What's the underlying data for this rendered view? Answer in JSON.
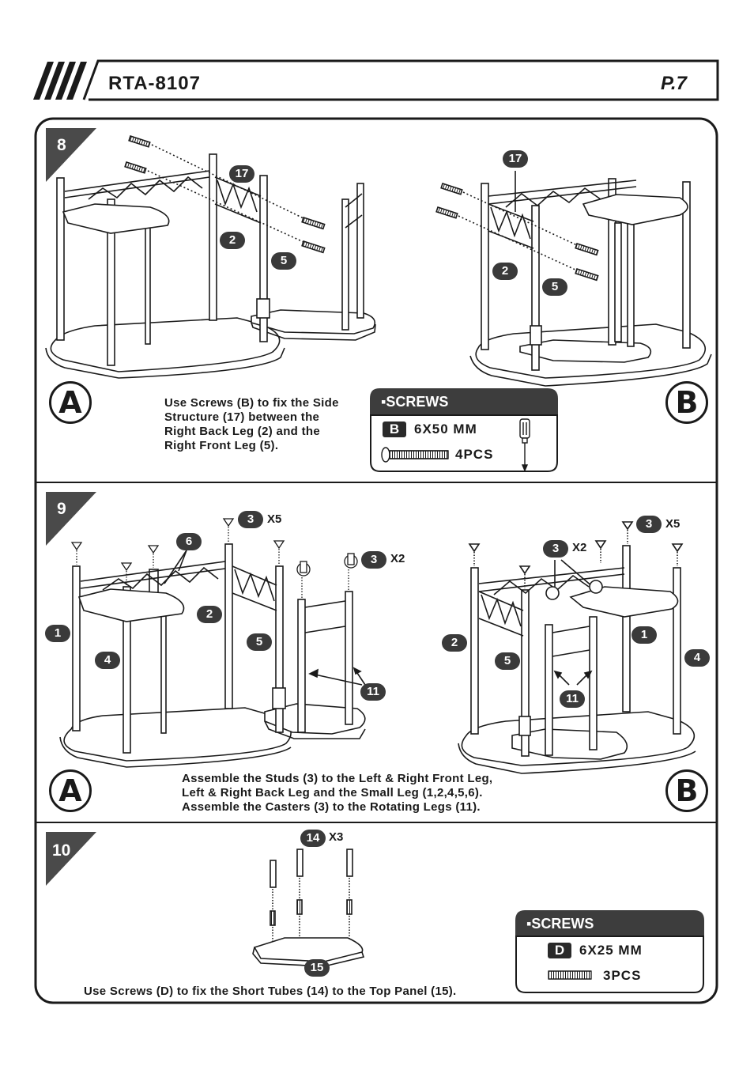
{
  "header": {
    "model": "RTA-8107",
    "page": "P.7"
  },
  "steps": [
    {
      "number": "8",
      "instruction": [
        "Use Screws (B) to fix the Side",
        "Structure (17) between the",
        "Right Back Leg (2) and the",
        "Right Front Leg (5)."
      ],
      "views": [
        "A",
        "B"
      ],
      "view_a_labels": [
        "17",
        "2",
        "5"
      ],
      "view_b_labels": [
        "17",
        "2",
        "5"
      ],
      "screws_box": {
        "heading": "SCREWS",
        "code": "B",
        "spec": "6X50 MM",
        "quantity": "4PCS"
      }
    },
    {
      "number": "9",
      "instruction": [
        "Assemble the Studs (3) to the Left & Right Front Leg,",
        "Left & Right Back Leg and the Small Leg (1,2,4,5,6).",
        "Assemble the Casters (3) to the Rotating Legs (11)."
      ],
      "views": [
        "A",
        "B"
      ],
      "view_a_labels": {
        "stud": "3",
        "stud_mult": "X5",
        "caster": "3",
        "caster_mult": "X2",
        "small_leg": "6",
        "back_leg": "2",
        "left_front": "1",
        "left_back": "4",
        "right_front": "5",
        "rotating": "11"
      },
      "view_b_labels": {
        "stud": "3",
        "stud_mult": "X5",
        "caster": "3",
        "caster_mult": "X2",
        "back_leg": "2",
        "front_leg": "5",
        "left_front": "1",
        "left_back": "4",
        "rotating": "11"
      }
    },
    {
      "number": "10",
      "instruction": [
        "Use Screws (D) to fix the Short Tubes (14) to the Top Panel (15)."
      ],
      "part_labels": {
        "tube": "14",
        "tube_mult": "X3",
        "panel": "15"
      },
      "screws_box": {
        "heading": "SCREWS",
        "code": "D",
        "spec": "6X25 MM",
        "quantity": "3PCS"
      }
    }
  ],
  "icons": [
    "header-stripes-icon",
    "screw-icon",
    "screwdriver-icon",
    "stud-icon",
    "caster-icon"
  ],
  "colors": {
    "ink": "#1a1a1a",
    "badge": "#3a3a3a",
    "box_header": "#3d3d3d",
    "step_tab": "#4a4a4a"
  }
}
